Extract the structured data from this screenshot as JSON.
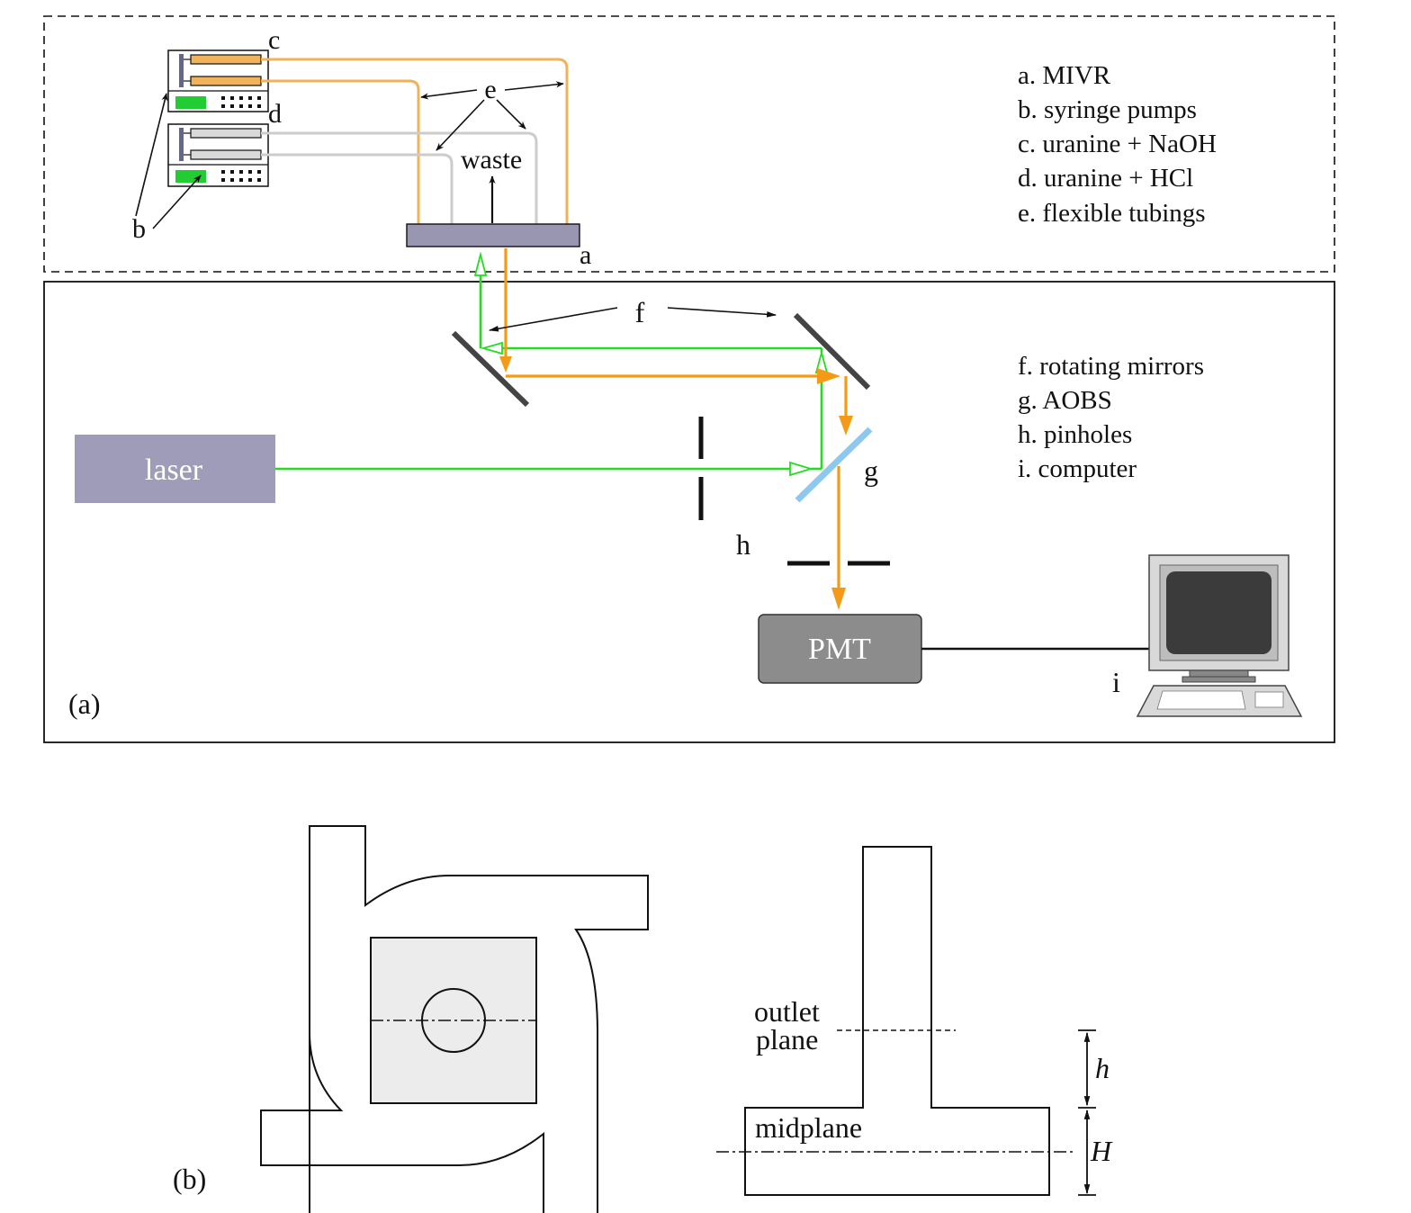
{
  "panel_a": {
    "tag": "(a)",
    "legend_top": [
      "a. MIVR",
      "b. syringe pumps",
      "c. uranine + NaOH",
      "d. uranine + HCl",
      "e. flexible tubings"
    ],
    "legend_bottom": [
      "f. rotating mirrors",
      "g. AOBS",
      "h. pinholes",
      "i. computer"
    ],
    "letters": {
      "a": "a",
      "b": "b",
      "c": "c",
      "d": "d",
      "e": "e",
      "f": "f",
      "g": "g",
      "h": "h",
      "i": "i"
    },
    "waste": "waste",
    "laser": "laser",
    "pmt": "PMT"
  },
  "panel_b": {
    "tag": "(b)",
    "outlet_line1": "outlet",
    "outlet_line2": "plane",
    "midplane": "midplane",
    "h_symbol": "h",
    "H_symbol": "H"
  },
  "colors": {
    "green_beam": "#22dd22",
    "orange_beam": "#f59a16",
    "tubing_orange": "#f0b35a",
    "tubing_gray": "#cccccc",
    "laser_box": "#9e9cb8",
    "pmt_box": "#8c8c8c",
    "aobs": "#8ec8ee",
    "mivr": "#9896b0"
  }
}
